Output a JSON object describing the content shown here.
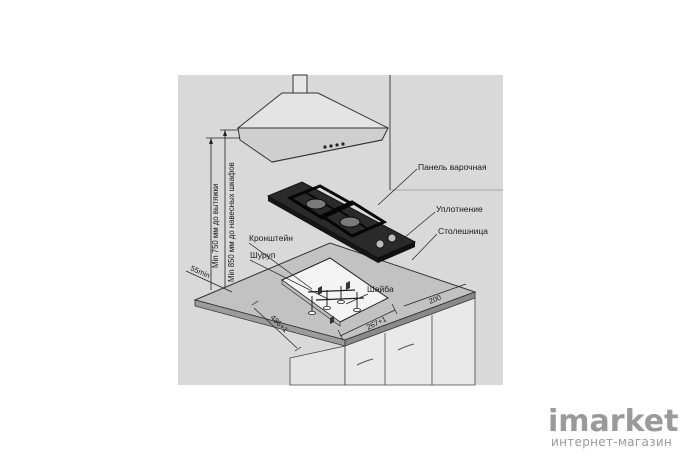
{
  "labels": {
    "hob_panel": "Панель варочная",
    "seal": "Уплотнение",
    "countertop": "Столешница",
    "bracket": "Кронштейн",
    "screw": "Шуруп",
    "washer": "Шайба"
  },
  "dimensions": {
    "hood_clearance": "Min 750 мм до вытяжки",
    "cabinet_clearance": "Min 850 мм до навесных шкафов",
    "edge_offset": "55min",
    "cutout_depth": "486+1",
    "cutout_width": "267+1",
    "side_gap": "200"
  },
  "watermark": {
    "brand": "imarket.by",
    "tagline": "интернет-магазин"
  },
  "colors": {
    "background": "#d9d9d9",
    "counter_top": "#c4c4c4",
    "hob_glass": "#2a2a2a",
    "line": "#1a1a1a"
  }
}
